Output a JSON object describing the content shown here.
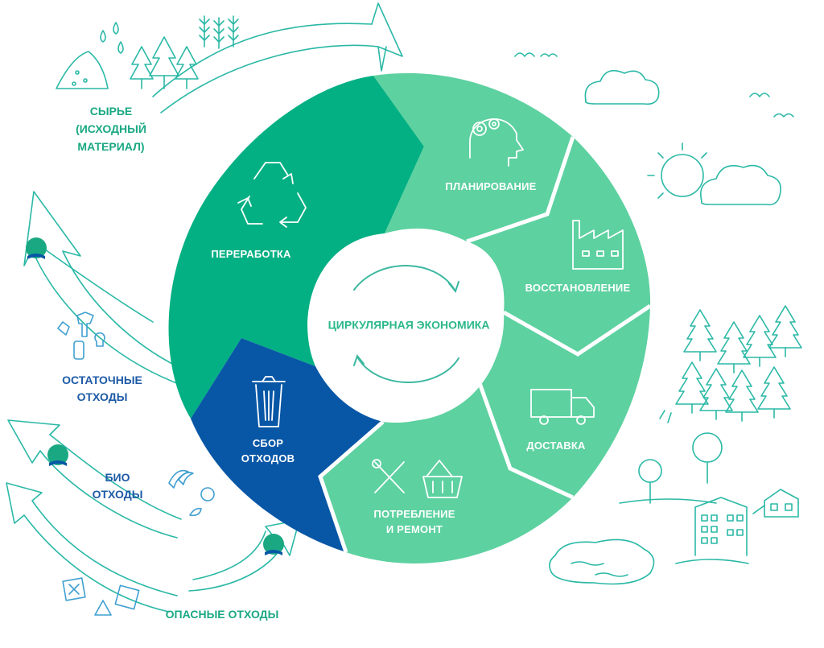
{
  "center": {
    "title": "ЦИРКУЛЯРНАЯ ЭКОНОМИКА"
  },
  "segments": [
    {
      "key": "planning",
      "label": "ПЛАНИРОВАНИЕ",
      "icon": "head-gears-icon"
    },
    {
      "key": "restoration",
      "label": "ВОССТАНОВЛЕНИЕ",
      "icon": "factory-icon"
    },
    {
      "key": "delivery",
      "label": "ДОСТАВКА",
      "icon": "truck-icon"
    },
    {
      "key": "consumption",
      "lines": [
        "ПОТРЕБЛЕНИЕ",
        "И РЕМОНТ"
      ],
      "icon": "tools-basket-icon"
    },
    {
      "key": "collection",
      "lines": [
        "СБОР",
        "ОТХОДОВ"
      ],
      "icon": "trash-bin-icon"
    },
    {
      "key": "recycling",
      "label": "ПЕРЕРАБОТКА",
      "icon": "recycle-icon"
    }
  ],
  "side": {
    "raw": {
      "lines": [
        "СЫРЬЕ",
        "(ИСХОДНЫЙ",
        "МАТЕРИАЛ)"
      ]
    },
    "residual": {
      "lines": [
        "ОСТАТОЧНЫЕ",
        "ОТХОДЫ"
      ]
    },
    "bio": {
      "lines": [
        "БИО",
        "ОТХОДЫ"
      ]
    },
    "hazardous": {
      "label": "ОПАСНЫЕ ОТХОДЫ"
    }
  },
  "colors": {
    "dark_green": "#03b083",
    "light_green": "#5dd1a0",
    "blue": "#0857a6",
    "sketch": "#2ab8a6",
    "text_teal": "#1aa883"
  }
}
